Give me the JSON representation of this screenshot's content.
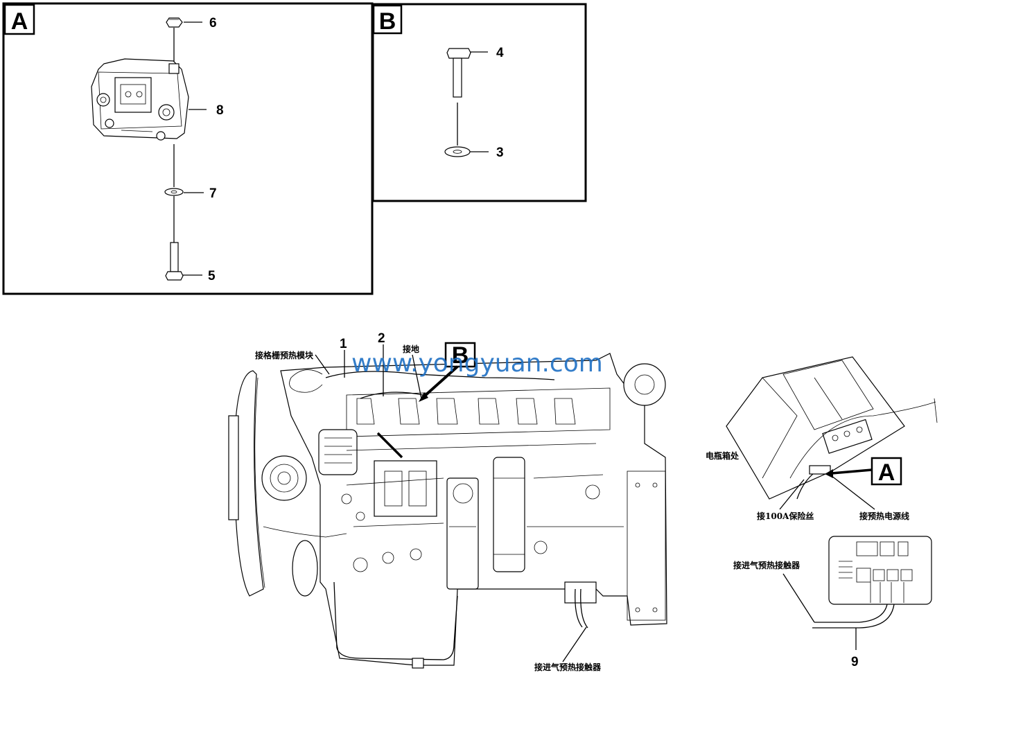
{
  "panel_a": {
    "tag": "A",
    "callouts": {
      "nut": "6",
      "module": "8",
      "washer": "7",
      "bolt": "5"
    }
  },
  "panel_b": {
    "tag": "B",
    "callouts": {
      "bolt": "4",
      "washer": "3"
    }
  },
  "engine_view": {
    "callouts": {
      "harness_1": "1",
      "harness_2": "2"
    },
    "b_tag": "B",
    "labels": {
      "grid_heater_module": "接格栅预热模块",
      "ground": "接地",
      "intake_preheat_contactor": "接进气预热接触器"
    },
    "watermark": "www.yongyuan.com"
  },
  "battery_box_view": {
    "a_tag": "A",
    "labels": {
      "battery_box": "电瓶箱处",
      "fuse_100a": "接100A保险丝",
      "preheat_power_line": "接预热电源线"
    }
  },
  "contactor_view": {
    "label": "接进气预热接触器",
    "callout": "9"
  }
}
